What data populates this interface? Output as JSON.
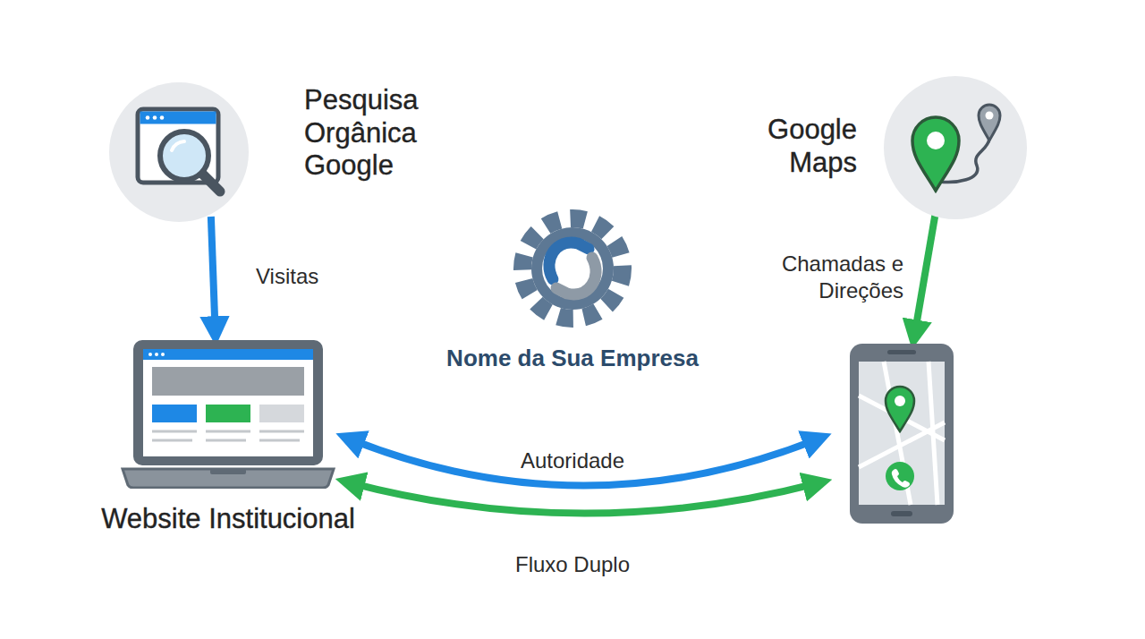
{
  "diagram": {
    "nodes": [
      {
        "text": [
          "Pesquisa Orgânica Google"
        ]
      },
      {
        "text": [
          "Google Maps"
        ]
      },
      {
        "text": [
          "Website Institucional"
        ]
      },
      {
        "text": []
      }
    ],
    "edges": [
      {
        "from": 0,
        "to": 2,
        "arrow": "to",
        "label": "Visitas"
      },
      {
        "from": 1,
        "to": 3,
        "arrow": "to",
        "label": "Chamadas e Direções"
      },
      {
        "from": 2,
        "to": 3,
        "arrow": "both",
        "label": "Autoridade"
      },
      {
        "from": 2,
        "to": 3,
        "arrow": "both",
        "label": "Fluxo Duplo"
      }
    ],
    "labels": [
      "Nome da Sua Empresa"
    ]
  }
}
